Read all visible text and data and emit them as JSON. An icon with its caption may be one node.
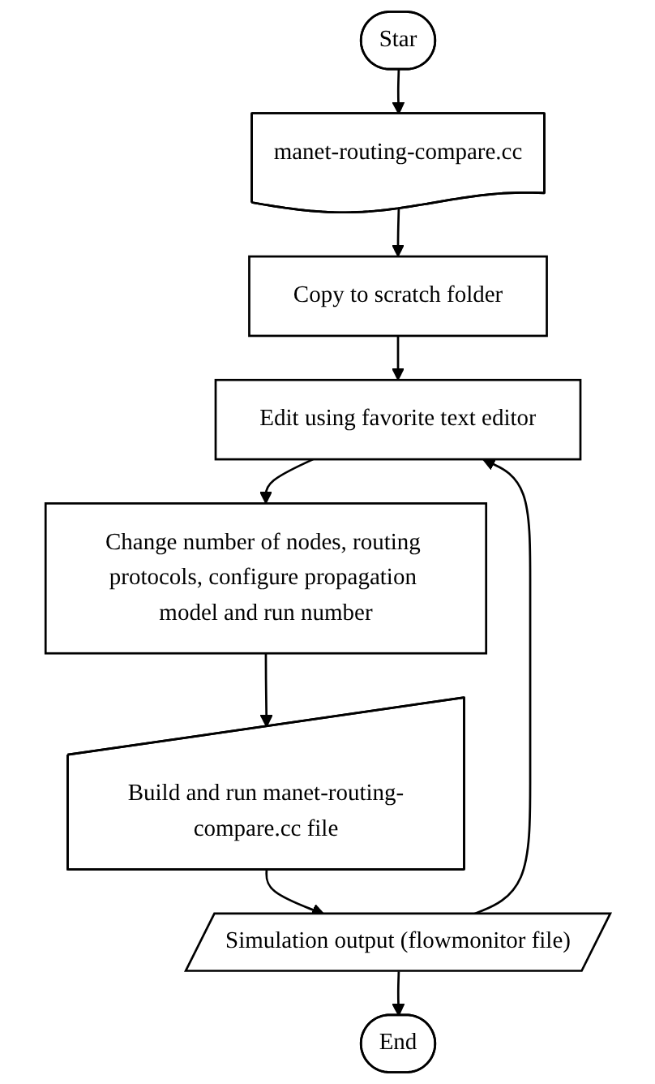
{
  "diagram": {
    "nodes": [
      {
        "text": [
          "Star"
        ]
      },
      {
        "text": [
          "manet-routing-compare.cc"
        ]
      },
      {
        "text": [
          "Copy to scratch folder"
        ]
      },
      {
        "text": [
          "Edit using favorite text editor"
        ]
      },
      {
        "text": [
          "Change number of nodes, routing protocols, configure propagation model and run number"
        ]
      },
      {
        "text": [
          "Build and run manet-routing-compare.cc file"
        ]
      },
      {
        "text": [
          "Simulation output (flowmonitor file)"
        ]
      },
      {
        "text": [
          "End"
        ]
      }
    ],
    "edges": [
      {
        "from": 0,
        "to": 1,
        "arrow": "to"
      },
      {
        "from": 1,
        "to": 2,
        "arrow": "to"
      },
      {
        "from": 2,
        "to": 3,
        "arrow": "to"
      },
      {
        "from": 3,
        "to": 4,
        "arrow": "to"
      },
      {
        "from": 4,
        "to": 5,
        "arrow": "to"
      },
      {
        "from": 5,
        "to": 6,
        "arrow": "to"
      },
      {
        "from": 6,
        "to": 7,
        "arrow": "to"
      },
      {
        "from": 6,
        "to": 3,
        "arrow": "to"
      }
    ]
  }
}
